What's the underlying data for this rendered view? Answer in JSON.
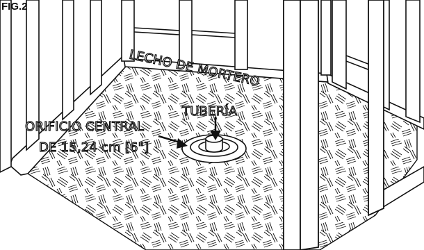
{
  "figure_label": "FIG.2",
  "labels": {
    "mortar_bed": "LECHO DE MORTERO",
    "pipe": "TUBERÍA",
    "center_hole_line1": "ORIFICIO CENTRAL",
    "center_hole_line2": "DE 15,24 cm [6\"]"
  },
  "colors": {
    "line": "#111111",
    "background": "#ffffff"
  }
}
